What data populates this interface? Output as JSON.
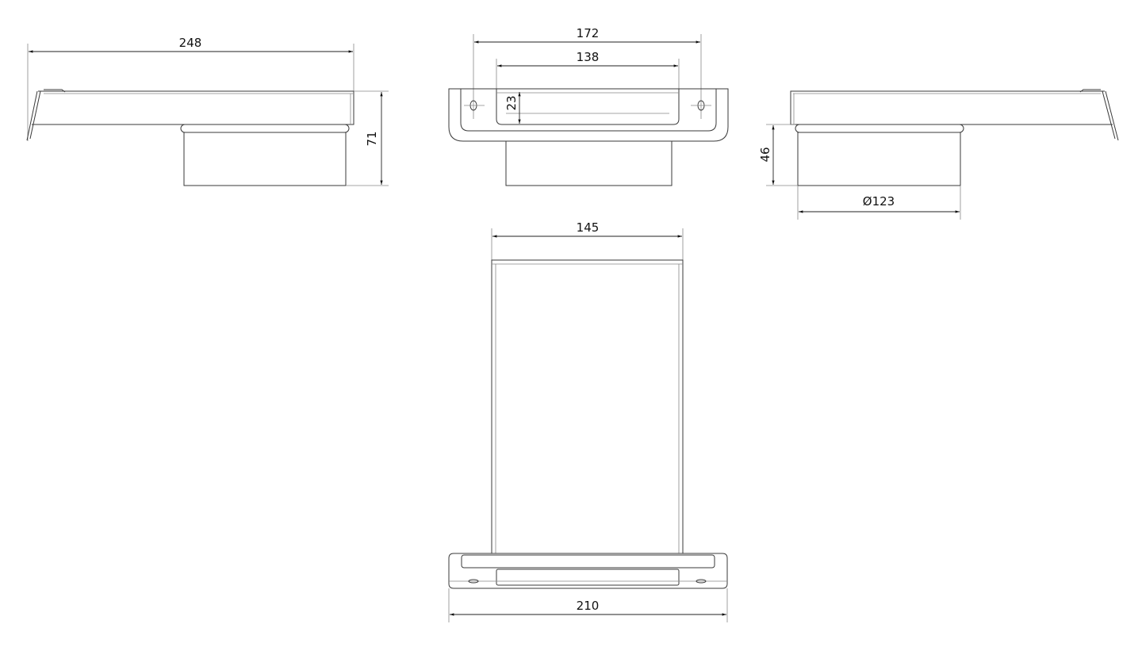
{
  "drawing": {
    "views": [
      "side-view-left",
      "front-view",
      "side-view-right",
      "top-view"
    ],
    "dimensions": {
      "overall_length": "248",
      "overall_height": "71",
      "mount_hole_spacing": "172",
      "slot_width": "138",
      "slot_height": "23",
      "cup_height": "46",
      "cup_diameter": "Ø123",
      "shelf_width": "145",
      "plate_width": "210"
    },
    "units": "mm",
    "line_color": "#3a3a3a"
  }
}
